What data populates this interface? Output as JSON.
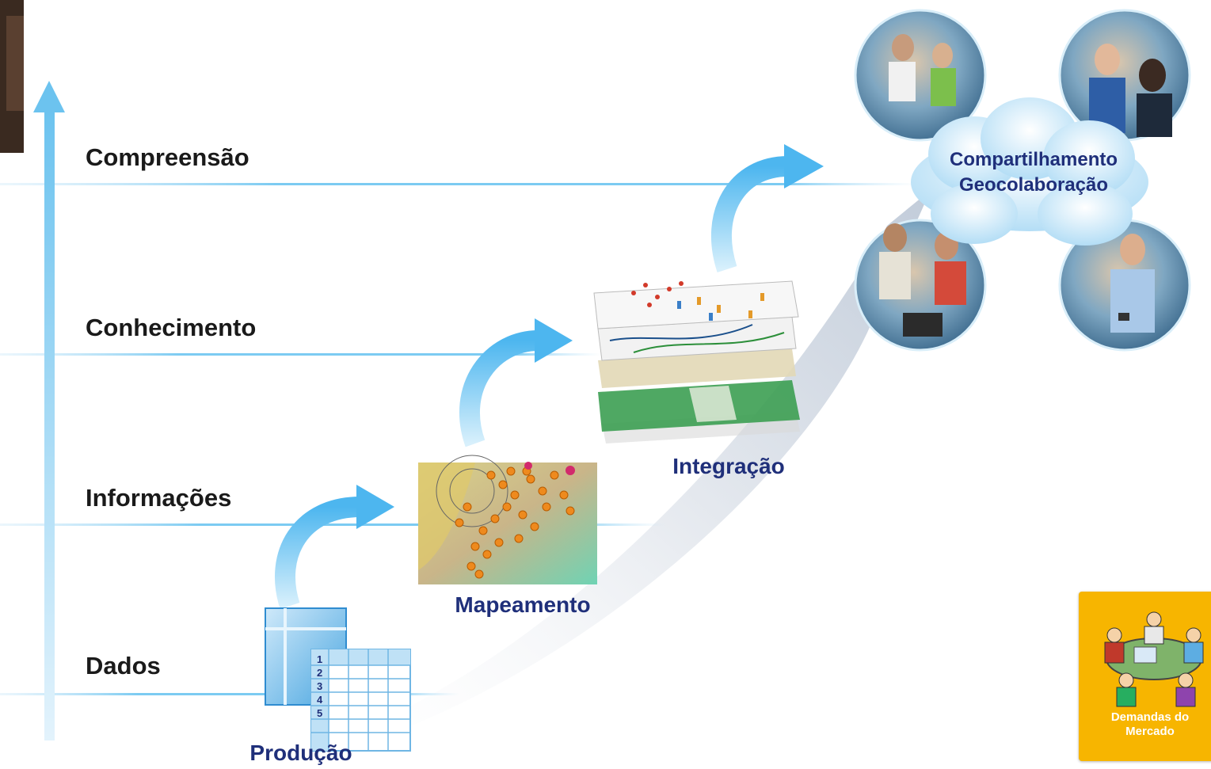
{
  "levels": [
    "Compreensão",
    "Conhecimento",
    "Informações",
    "Dados"
  ],
  "stages": {
    "producao": "Produção",
    "mapeamento": "Mapeamento",
    "integracao": "Integração"
  },
  "cloud": {
    "line1": "Compartilhamento",
    "line2": "Geocolaboração"
  },
  "market": {
    "line1": "Demandas do",
    "line2": "Mercado"
  },
  "table_row_numbers": [
    "1",
    "2",
    "3",
    "4",
    "5"
  ],
  "colors": {
    "arrow_blue": "#5bbcf0",
    "label_navy": "#1f2f7a",
    "market_yellow": "#f7b500"
  }
}
